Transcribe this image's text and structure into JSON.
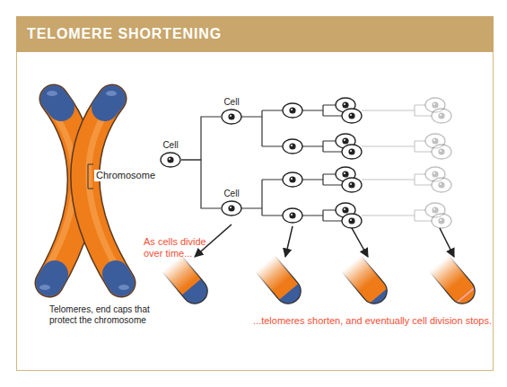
{
  "diagram": {
    "title": "TELOMERE SHORTENING",
    "nodes": [
      {
        "text": [
          "Cell"
        ]
      },
      {
        "text": [
          "Cell"
        ]
      },
      {
        "text": [
          "Cell"
        ]
      }
    ],
    "edges": [
      {
        "from": 0,
        "to": 1,
        "arrow": "none"
      },
      {
        "from": 0,
        "to": 2,
        "arrow": "none"
      }
    ],
    "labels": [
      "Chromosome",
      "Telomeres, end caps that protect the chromosome",
      "As cells divide over time...",
      "...telomeres shorten, and eventually cell division stops."
    ]
  }
}
